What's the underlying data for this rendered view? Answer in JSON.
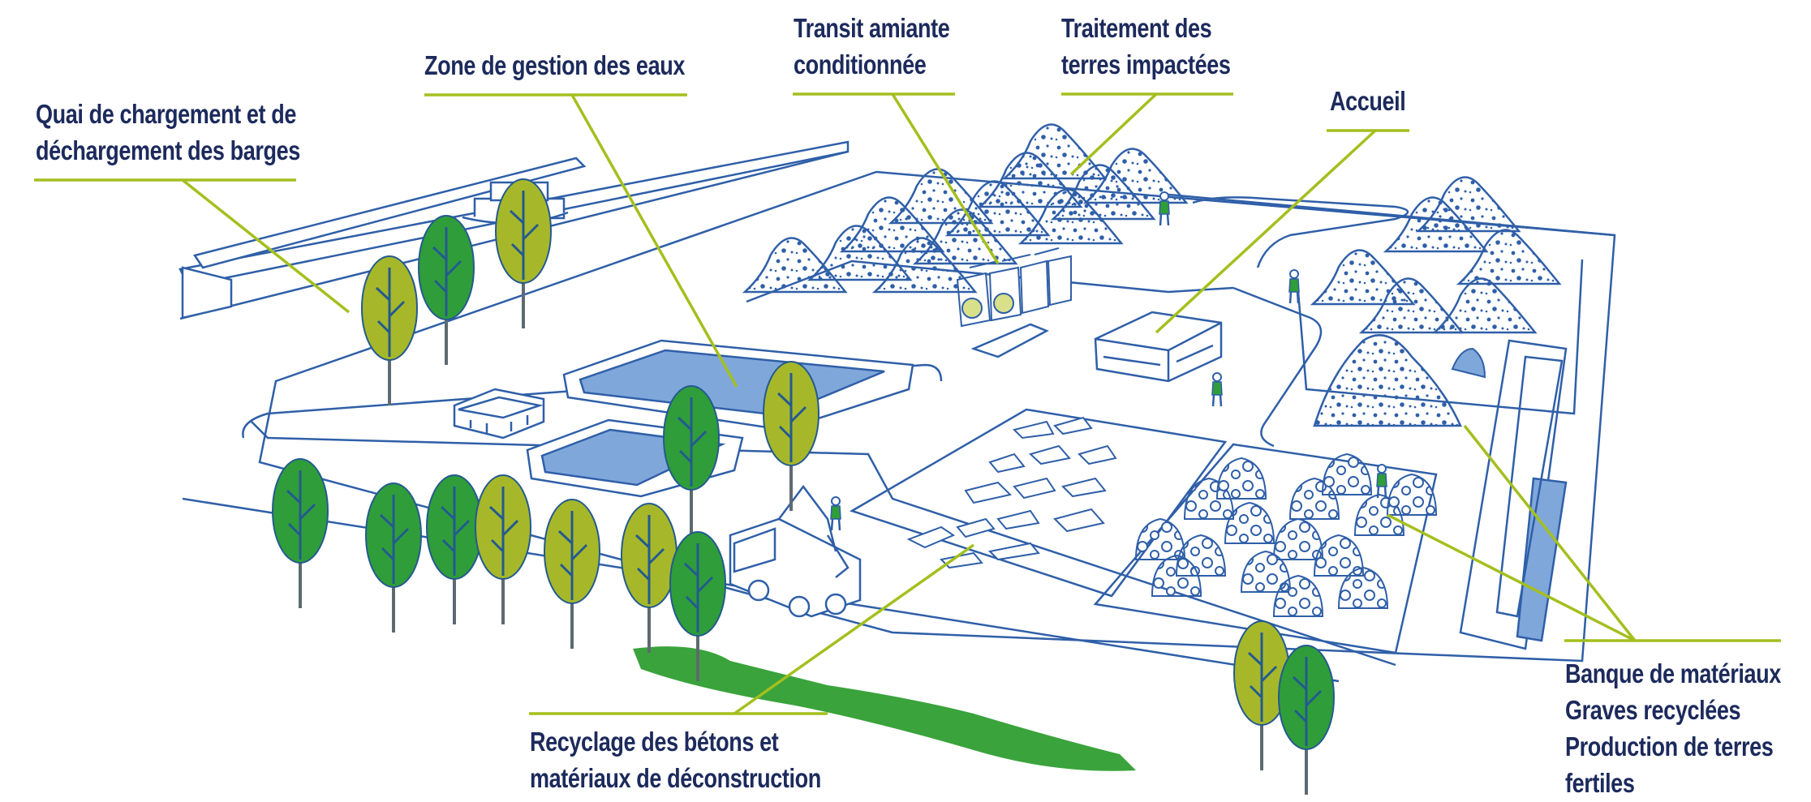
{
  "labels": {
    "quai": {
      "line1": "Quai de chargement et de",
      "line2": "déchargement des barges"
    },
    "eaux": {
      "line1": "Zone de gestion des eaux"
    },
    "amiante": {
      "line1": "Transit amiante",
      "line2": "conditionnée"
    },
    "terres": {
      "line1": "Traitement des",
      "line2": "terres impactées"
    },
    "accueil": {
      "line1": "Accueil"
    },
    "recyclage": {
      "line1": "Recyclage des bétons et",
      "line2": "matériaux de déconstruction"
    },
    "banque": {
      "line1": "Banque de matériaux",
      "line2": "Graves recyclées",
      "line3": "Production de terres",
      "line4": "fertiles"
    }
  },
  "colors": {
    "label_text": "#1c2a5c",
    "leader_line": "#a4bf1e",
    "outline": "#2f5fa8",
    "water": "#7fa7da",
    "tree_green": "#2f9d3a",
    "tree_olive": "#a6b82a",
    "grass": "#3aa33c"
  },
  "icons": [
    "tree-icon",
    "building-icon",
    "excavator-truck-icon",
    "worker-icon",
    "big-bag-icon",
    "stockpile-icon"
  ]
}
